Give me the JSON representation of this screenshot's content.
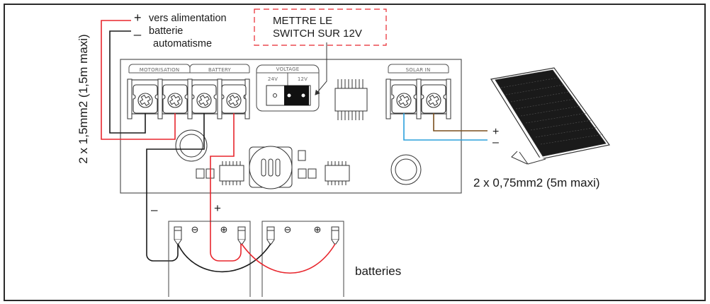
{
  "diagram": {
    "title": "Solar charge controller wiring",
    "supply_label": {
      "plus_sign": "+",
      "minus_sign": "_",
      "line1": "vers alimentation",
      "line2": "batterie",
      "line3": "automatisme"
    },
    "cable_left": "2 x 1,5mm2 (1,5m maxi)",
    "note": {
      "line1": "METTRE LE",
      "line2": "SWITCH SUR 12V"
    },
    "board": {
      "groups": [
        {
          "name": "MOTORISATION"
        },
        {
          "name": "BATTERY"
        },
        {
          "name": "VOLTAGE"
        },
        {
          "name": "SOLAR IN"
        }
      ],
      "voltage": {
        "left": "24V",
        "right": "12V",
        "selected": "12V"
      }
    },
    "solar": {
      "plus": "+",
      "minus": "–",
      "cable": "2 x 0,75mm2 (5m maxi)"
    },
    "battery_leads": {
      "minus": "–",
      "plus": "+"
    },
    "batteries": {
      "label": "batteries",
      "terminal_minus": "⊖",
      "terminal_plus": "⊕",
      "count": 2
    },
    "colors": {
      "positive_wire": "#e8262d",
      "negative_wire": "#1a1a1a",
      "solar_positive": "#7a4e1e",
      "solar_negative": "#2aa0dc",
      "note_border": "#e8262d",
      "outline": "#444444"
    }
  }
}
